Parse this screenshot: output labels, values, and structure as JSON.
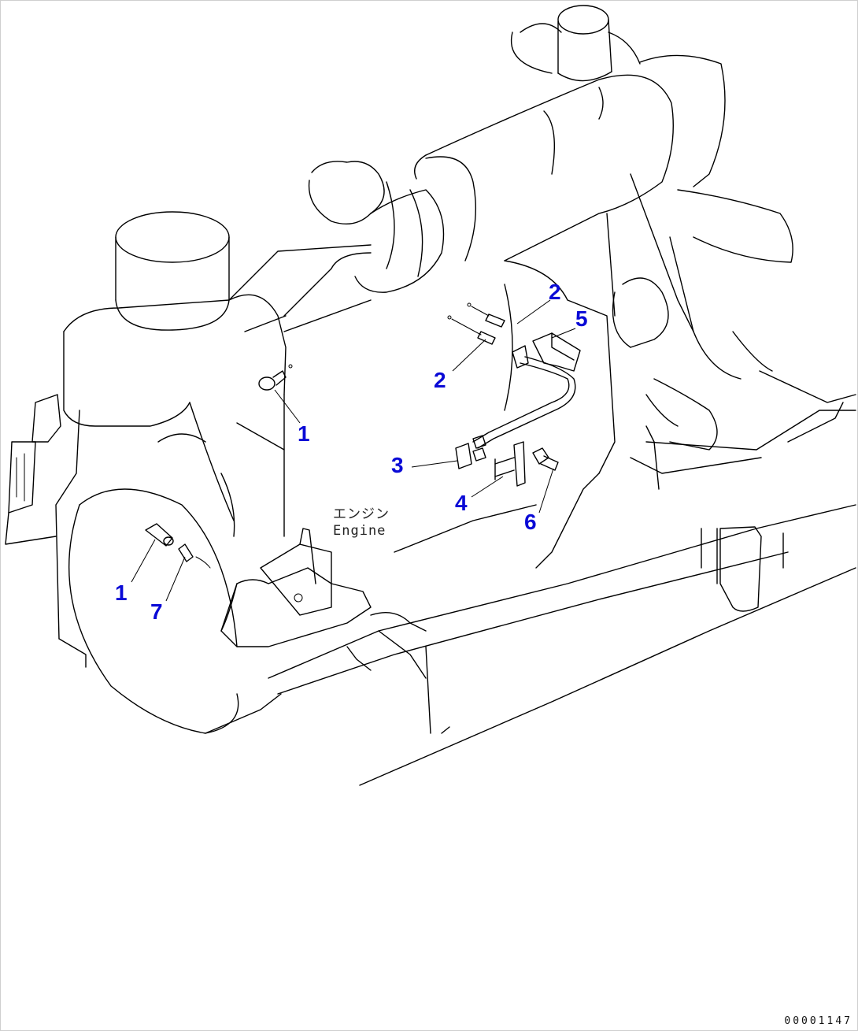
{
  "callouts": {
    "c1a": "1",
    "c1b": "1",
    "c2a": "2",
    "c2b": "2",
    "c3": "3",
    "c4": "4",
    "c5": "5",
    "c6": "6",
    "c7": "7"
  },
  "engine_label": {
    "jp": "エンジン",
    "en": "Engine"
  },
  "drawing_number": "00001147",
  "colors": {
    "callout": "#0a0ad6",
    "line": "#000000",
    "background": "#ffffff"
  }
}
